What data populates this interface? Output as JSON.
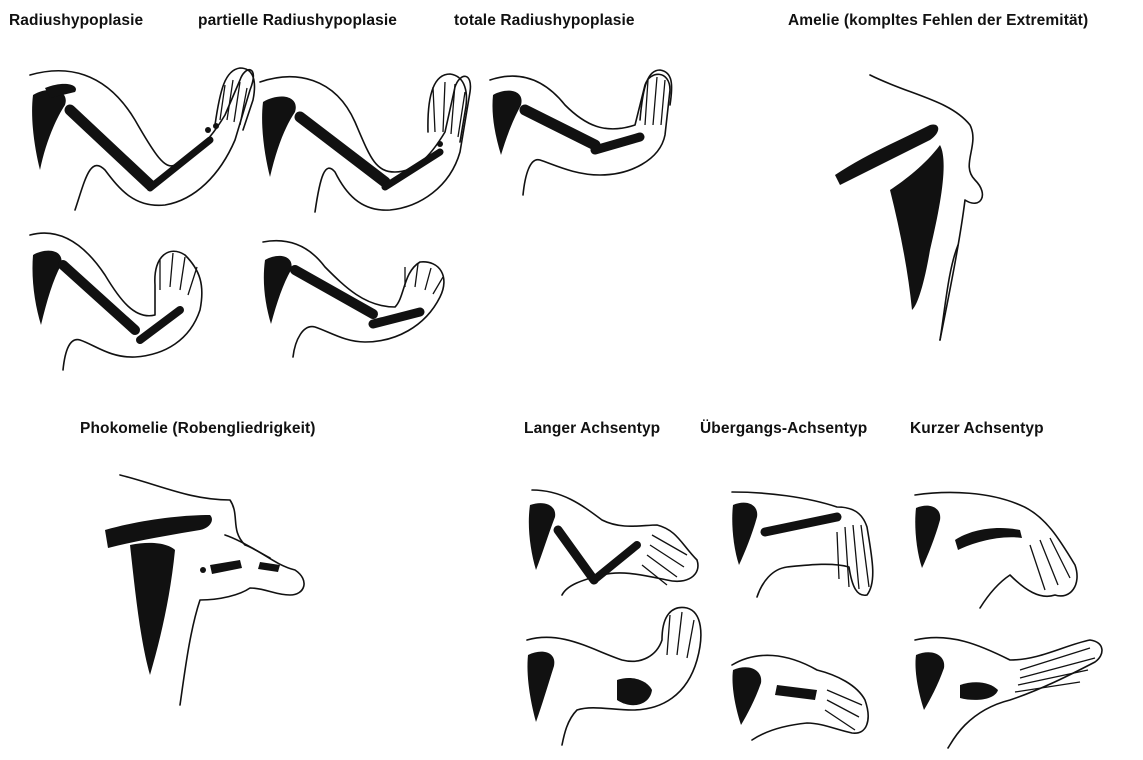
{
  "labels": {
    "radius": "Radiushypoplasie",
    "radius_partial": "partielle Radiushypoplasie",
    "radius_total": "totale Radiushypoplasie",
    "amelie": "Amelie (kompltes Fehlen der Extremität)",
    "phokomelie": "Phokomelie (Robengliedrigkeit)",
    "long_axis": "Langer Achsentyp",
    "transition_axis": "Übergangs-Achsentyp",
    "short_axis": "Kurzer Achsentyp"
  }
}
